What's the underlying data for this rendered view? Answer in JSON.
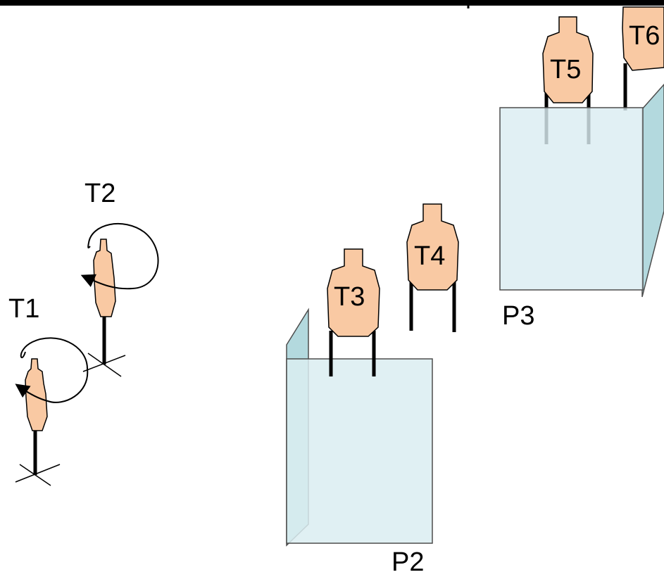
{
  "diagram": {
    "colors": {
      "target_fill": "#f9c9a3",
      "panel_fill": "#dbedf1",
      "panel_side_fill": "#b3d9de",
      "panel_stroke": "#4d4d4d",
      "line": "#000000"
    },
    "targets": {
      "t1": "T1",
      "t2": "T2",
      "t3": "T3",
      "t4": "T4",
      "t5": "T5",
      "t6": "T6"
    },
    "panels": {
      "p2": "P2",
      "p3": "P3"
    },
    "icons": {
      "rotation": "rotation-arrow-icon",
      "target": "silhouette-target-icon"
    }
  }
}
